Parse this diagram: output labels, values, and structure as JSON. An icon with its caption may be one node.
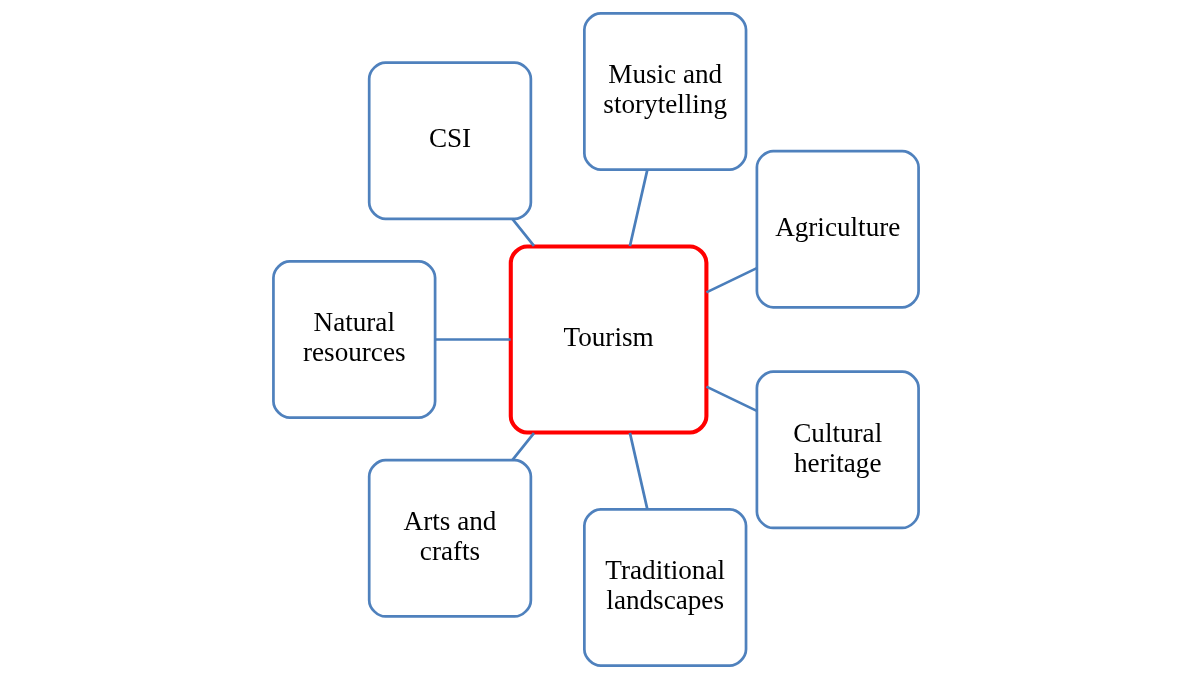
{
  "diagram": {
    "nodes": [
      {
        "text": [
          "Tourism"
        ]
      },
      {
        "text": [
          "Agriculture"
        ]
      },
      {
        "text": [
          "Music and storytelling"
        ]
      },
      {
        "text": [
          "CSI"
        ]
      },
      {
        "text": [
          "Natural resources"
        ]
      },
      {
        "text": [
          "Arts and crafts"
        ]
      },
      {
        "text": [
          "Traditional landscapes"
        ]
      },
      {
        "text": [
          "Cultural heritage"
        ]
      }
    ],
    "edges": [
      {
        "from": 0,
        "to": 1,
        "arrow": "none"
      },
      {
        "from": 0,
        "to": 2,
        "arrow": "none"
      },
      {
        "from": 0,
        "to": 3,
        "arrow": "none"
      },
      {
        "from": 0,
        "to": 4,
        "arrow": "none"
      },
      {
        "from": 0,
        "to": 5,
        "arrow": "none"
      },
      {
        "from": 0,
        "to": 6,
        "arrow": "none"
      },
      {
        "from": 0,
        "to": 7,
        "arrow": "none"
      }
    ]
  }
}
